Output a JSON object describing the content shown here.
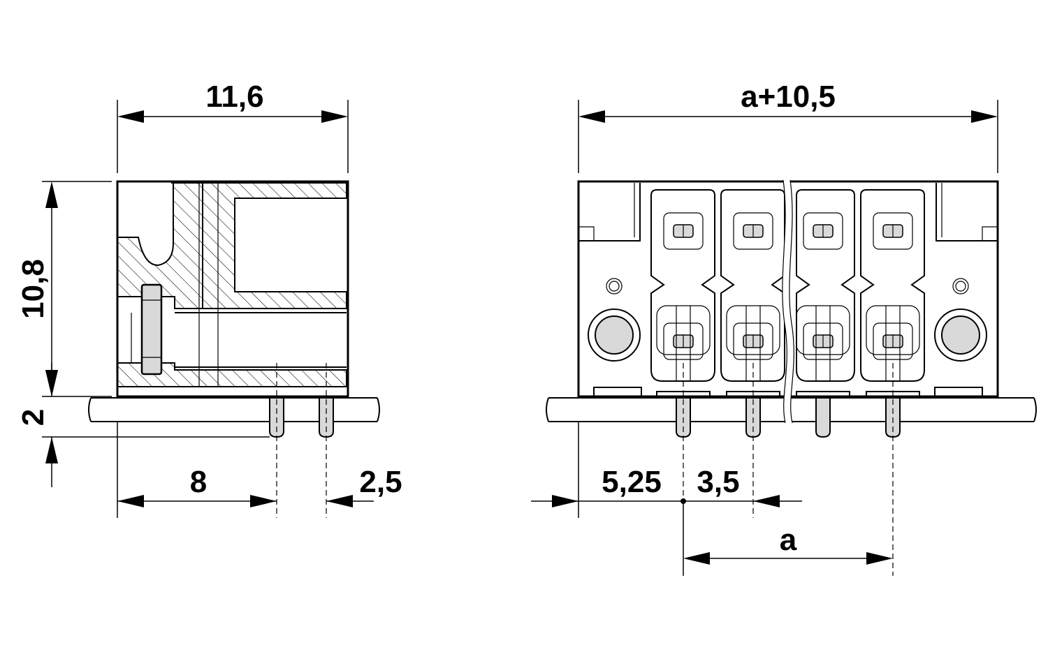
{
  "side_view": {
    "width_label": "11,6",
    "height_label": "10,8",
    "pin_length_label": "2",
    "pin_position_label": "8",
    "pin_spacing_label": "2,5"
  },
  "front_view": {
    "width_label": "a+10,5",
    "offset_label": "5,25",
    "pitch_label": "3,5",
    "pitch_variable_label": "a"
  }
}
